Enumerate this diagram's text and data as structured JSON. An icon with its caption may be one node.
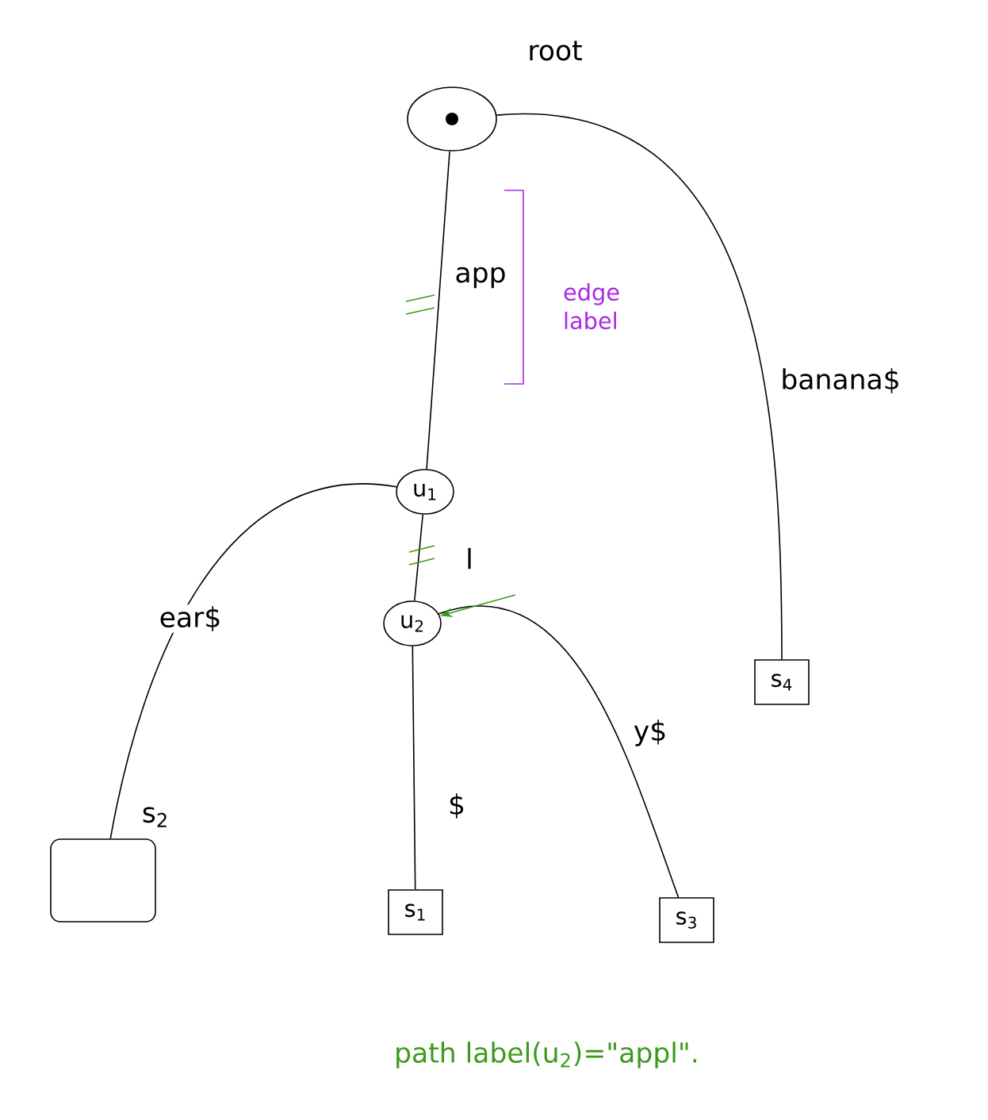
{
  "diagram": {
    "nodes": [
      {
        "text": [],
        "shape": "circle",
        "beside": [
          "root"
        ]
      },
      {
        "text": [
          "u$_{1}$"
        ]
      },
      {
        "text": [
          "u$_{2}$"
        ]
      },
      {
        "text": [
          "s$_{4}$"
        ]
      },
      {
        "text": [],
        "shape": "box",
        "beside": [
          "s$_{2}$"
        ]
      },
      {
        "text": [
          "s$_{1}$"
        ]
      },
      {
        "text": [
          "s$_{3}$"
        ]
      }
    ],
    "edges": [
      {
        "from": 0,
        "to": 1,
        "arrow": "none",
        "label": "app"
      },
      {
        "from": 0,
        "to": 3,
        "arrow": "none",
        "label": "banana$"
      },
      {
        "from": 1,
        "to": 4,
        "arrow": "none",
        "label": "ear$"
      },
      {
        "from": 1,
        "to": 2,
        "arrow": "none",
        "label": "l"
      },
      {
        "from": 2,
        "to": 5,
        "arrow": "none",
        "label": "$"
      },
      {
        "from": 2,
        "to": 6,
        "arrow": "none",
        "label": "y$"
      },
      {
        "from": null,
        "to": 2,
        "arrow": "to",
        "color": "#3c9a1a"
      }
    ],
    "labels": [
      "edge label",
      "path label(u$_{2}$)=\"appl\"."
    ]
  }
}
